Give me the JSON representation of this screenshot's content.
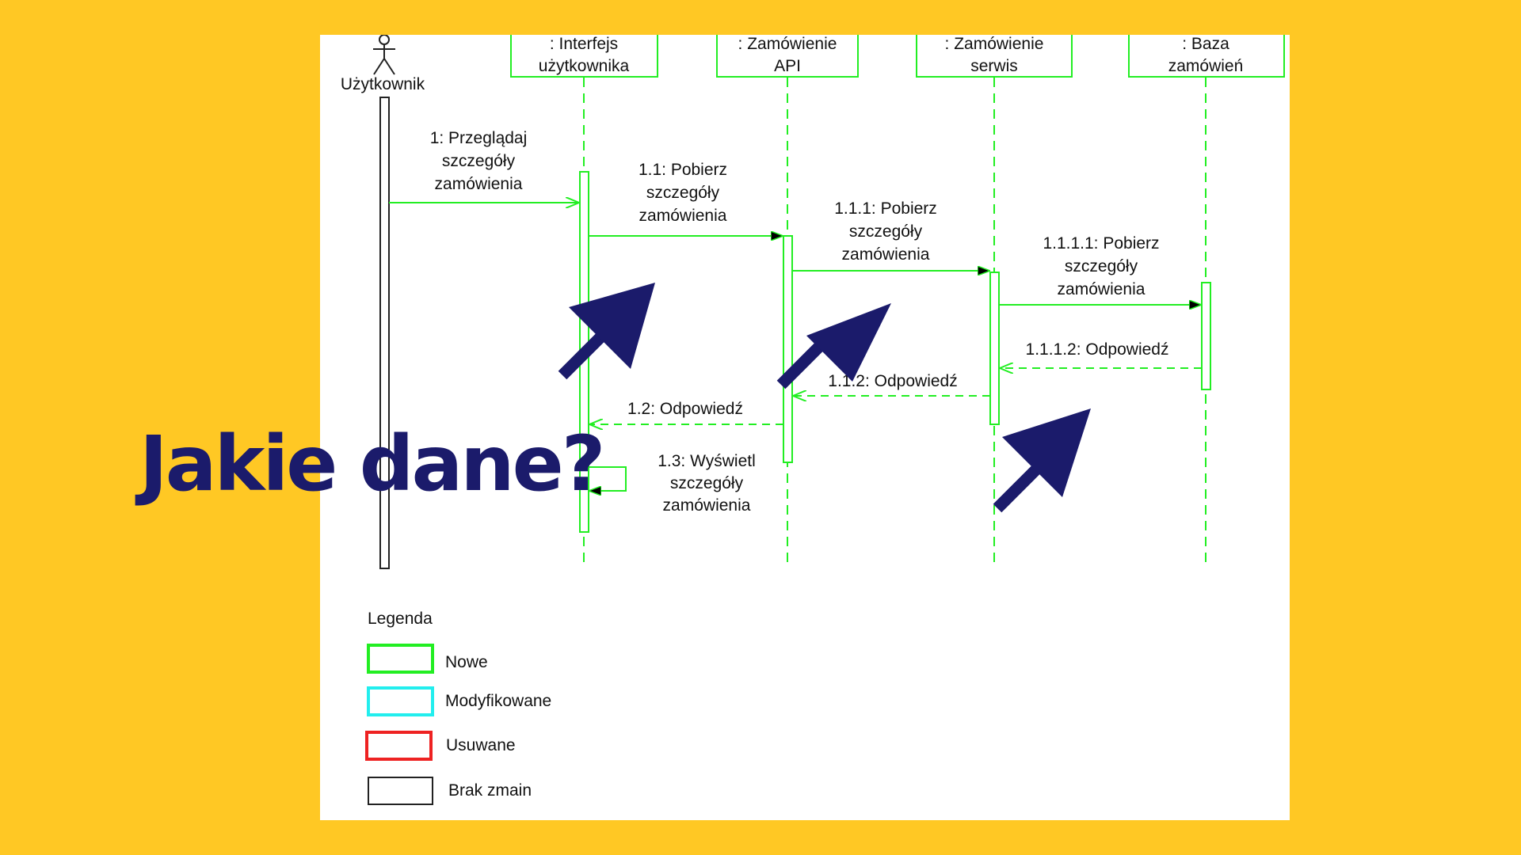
{
  "slide": {
    "question": "Jakie dane?",
    "background_color": "#FFC824",
    "accent_color": "#1B1B6B"
  },
  "diagram": {
    "actor": "Użytkownik",
    "lifelines": [
      {
        "id": "ui",
        "lines": [
          ": Interfejs",
          "użytkownika"
        ]
      },
      {
        "id": "api",
        "lines": [
          ": Zamówienie",
          "API"
        ]
      },
      {
        "id": "svc",
        "lines": [
          ": Zamówienie",
          "serwis"
        ]
      },
      {
        "id": "db",
        "lines": [
          ": Baza",
          "zamówień"
        ]
      }
    ],
    "messages": [
      {
        "id": "m1",
        "lines": [
          "1: Przeglądaj",
          "szczegóły",
          "zamówienia"
        ]
      },
      {
        "id": "m11",
        "lines": [
          "1.1: Pobierz",
          "szczegóły",
          "zamówienia"
        ]
      },
      {
        "id": "m111",
        "lines": [
          "1.1.1: Pobierz",
          "szczegóły",
          "zamówienia"
        ]
      },
      {
        "id": "m1111",
        "lines": [
          "1.1.1.1: Pobierz",
          "szczegóły",
          "zamówienia"
        ]
      },
      {
        "id": "m1112",
        "lines": [
          "1.1.1.2: Odpowiedź"
        ]
      },
      {
        "id": "m112",
        "lines": [
          "1.1.2: Odpowiedź"
        ]
      },
      {
        "id": "m12",
        "lines": [
          "1.2: Odpowiedź"
        ]
      },
      {
        "id": "m13",
        "lines": [
          "1.3: Wyświetl",
          "szczegóły",
          "zamówienia"
        ]
      }
    ],
    "line_color": "#22EE22"
  },
  "legend": {
    "title": "Legenda",
    "items": [
      {
        "label": "Nowe",
        "color": "#22EE22"
      },
      {
        "label": "Modyfikowane",
        "color": "#22EEEE"
      },
      {
        "label": "Usuwane",
        "color": "#EE2222"
      },
      {
        "label": "Brak zmain",
        "color": "#222222"
      }
    ]
  }
}
